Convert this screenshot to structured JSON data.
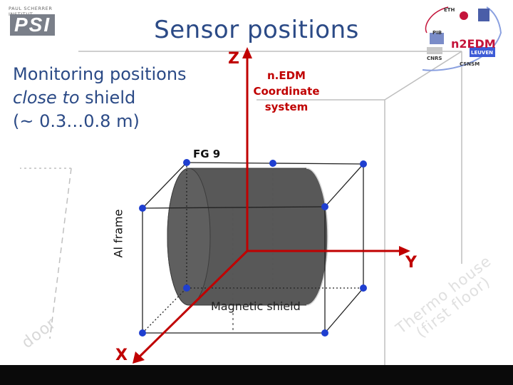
{
  "title": "Sensor positions",
  "monitoring": {
    "line1": "Monitoring positions",
    "line2_italic": "close to",
    "line2_rest": " shield",
    "line3": "(~ 0.3…0.8 m)"
  },
  "coordinate_system": {
    "line1": "n.EDM",
    "line2": "Coordinate",
    "line3": "system"
  },
  "axes": {
    "z": "Z",
    "y": "Y",
    "x": "X"
  },
  "labels": {
    "fg9": "FG 9",
    "magnetic_shield": "Magnetic shield",
    "al_frame": "Al frame",
    "door": "door",
    "thermo_house_line1": "Thermo house",
    "thermo_house_line2": "(first floor)"
  },
  "logos": {
    "psi_top_text": "PAUL SCHERRER INSTITUT",
    "psi_word": "PSI",
    "nedm_word": "n2EDM",
    "leuven": "LEUVEN",
    "cnrs": "CNRS",
    "eth": "ETH",
    "pib": "PIB",
    "csnsm": "CSNSM"
  },
  "colors": {
    "title_text": "#2b4a86",
    "axis_red": "#c00000",
    "sensor_dot": "#1f3fd0",
    "shield_fill": "#585858",
    "frame_line": "#222222",
    "room_line": "#bfbfbf"
  }
}
